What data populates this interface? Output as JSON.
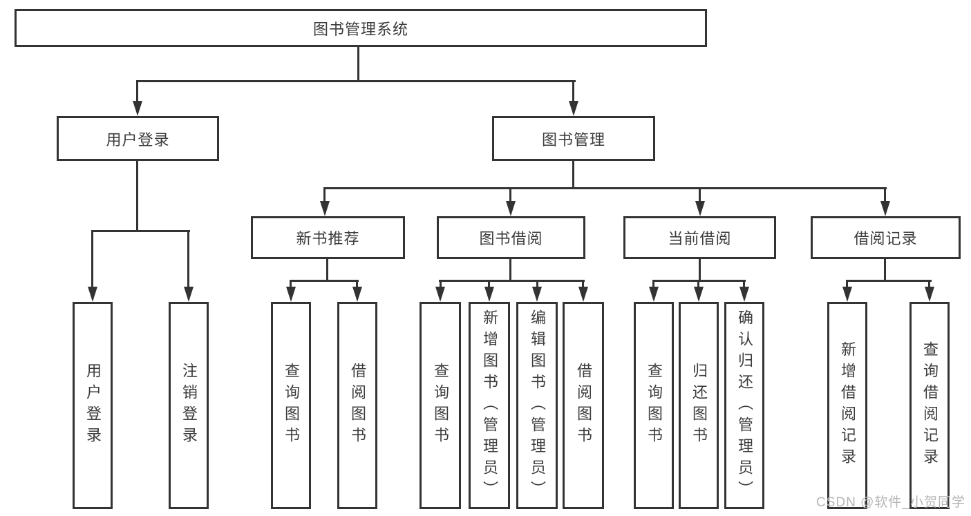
{
  "tree": {
    "root": {
      "label": "图书管理系统",
      "children": [
        {
          "label": "用户登录",
          "children": [
            {
              "label": "用户登录"
            },
            {
              "label": "注销登录"
            }
          ]
        },
        {
          "label": "图书管理",
          "children": [
            {
              "label": "新书推荐",
              "children": [
                {
                  "label": "查询图书"
                },
                {
                  "label": "借阅图书"
                }
              ]
            },
            {
              "label": "图书借阅",
              "children": [
                {
                  "label": "查询图书"
                },
                {
                  "label": "新增图书（管理员）"
                },
                {
                  "label": "编辑图书（管理员）"
                },
                {
                  "label": "借阅图书"
                }
              ]
            },
            {
              "label": "当前借阅",
              "children": [
                {
                  "label": "查询图书"
                },
                {
                  "label": "归还图书"
                },
                {
                  "label": "确认归还（管理员）"
                }
              ]
            },
            {
              "label": "借阅记录",
              "children": [
                {
                  "label": "新增借阅记录"
                },
                {
                  "label": "查询借阅记录"
                }
              ]
            }
          ]
        }
      ]
    }
  },
  "watermark": "CSDN @软件_小贺同学",
  "colors": {
    "line": "#333333",
    "text": "#3c3c3c",
    "watermark": "#b5b5b5"
  }
}
